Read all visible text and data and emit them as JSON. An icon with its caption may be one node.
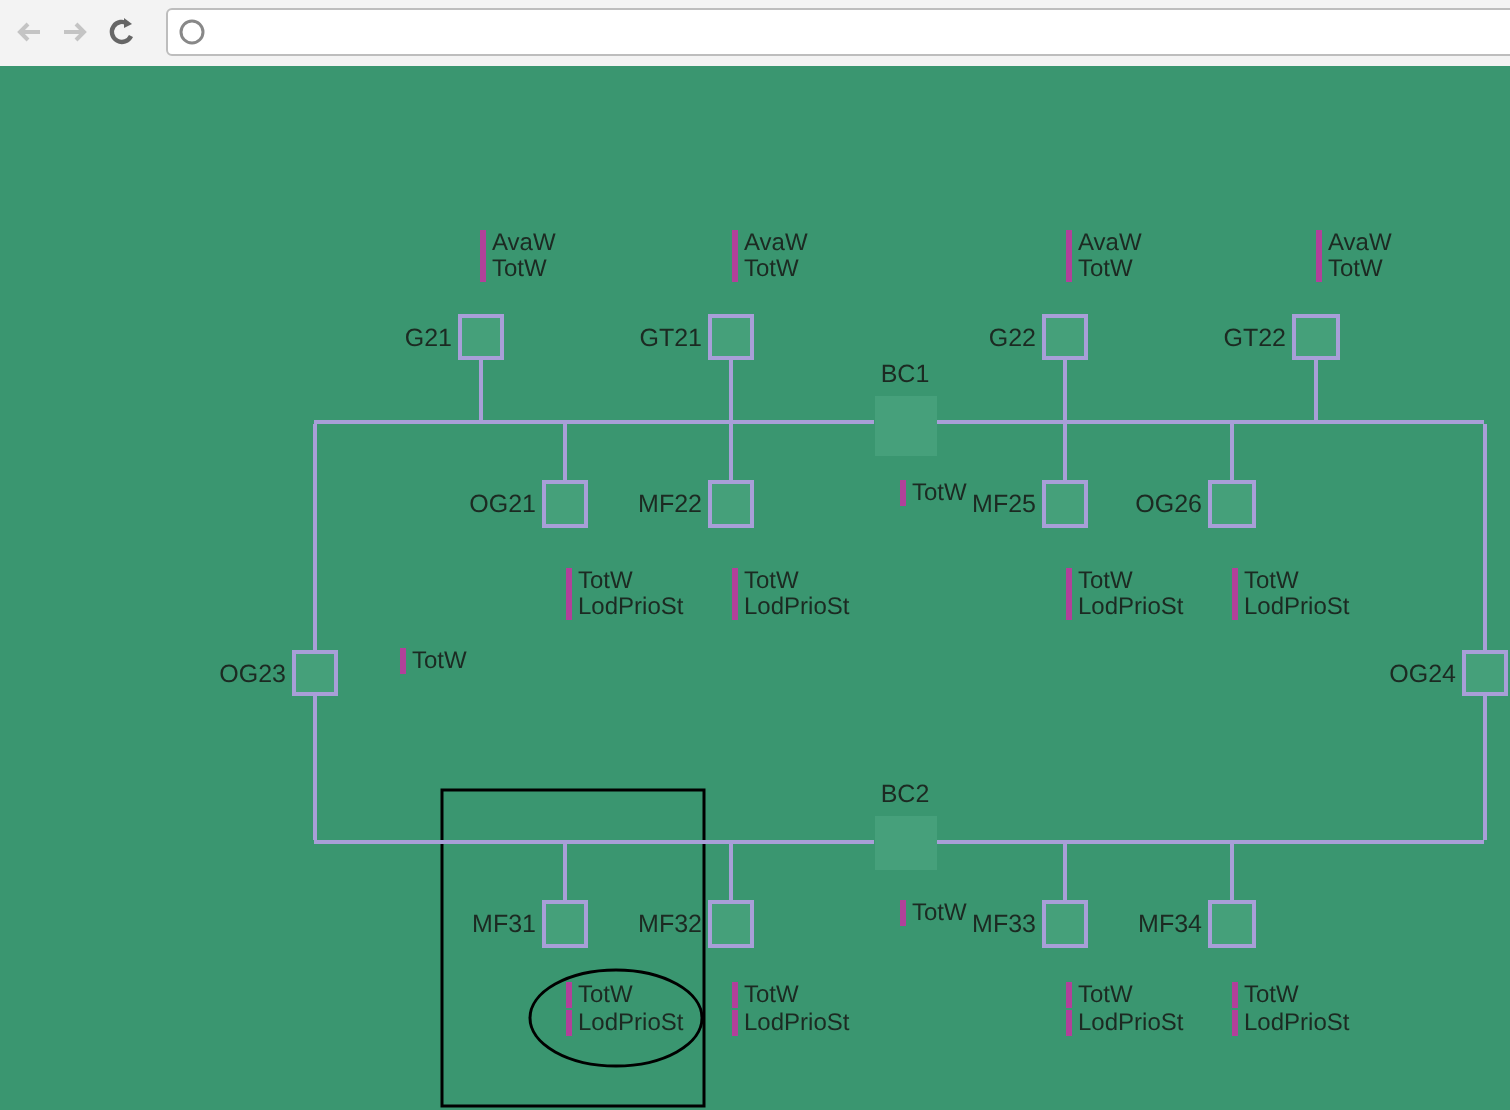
{
  "diagram": {
    "nodes": [
      {
        "text": [
          "G21"
        ]
      },
      {
        "text": [
          "GT21"
        ]
      },
      {
        "text": [
          "G22"
        ]
      },
      {
        "text": [
          "GT22"
        ]
      },
      {
        "text": [],
        "shape": "bar"
      },
      {
        "text": [
          "BC1"
        ]
      },
      {
        "text": [],
        "shape": "bar"
      },
      {
        "text": [
          "OG21"
        ]
      },
      {
        "text": [
          "MF22"
        ]
      },
      {
        "text": [
          "MF25"
        ]
      },
      {
        "text": [
          "OG26"
        ]
      },
      {
        "text": [
          "OG23"
        ]
      },
      {
        "text": [
          "OG24"
        ]
      },
      {
        "text": [],
        "shape": "bar"
      },
      {
        "text": [
          "BC2"
        ]
      },
      {
        "text": [],
        "shape": "bar"
      },
      {
        "text": [
          "MF31"
        ]
      },
      {
        "text": [
          "MF32"
        ]
      },
      {
        "text": [
          "MF33"
        ]
      },
      {
        "text": [
          "MF34"
        ]
      }
    ],
    "edges": [
      {
        "from": 0,
        "to": 4,
        "arrow": "none"
      },
      {
        "from": 1,
        "to": 4,
        "arrow": "none"
      },
      {
        "from": 2,
        "to": 6,
        "arrow": "none"
      },
      {
        "from": 3,
        "to": 6,
        "arrow": "none"
      },
      {
        "from": 4,
        "to": 5,
        "arrow": "none"
      },
      {
        "from": 5,
        "to": 6,
        "arrow": "none"
      },
      {
        "from": 7,
        "to": 4,
        "arrow": "none"
      },
      {
        "from": 8,
        "to": 4,
        "arrow": "none"
      },
      {
        "from": 9,
        "to": 6,
        "arrow": "none"
      },
      {
        "from": 10,
        "to": 6,
        "arrow": "none"
      },
      {
        "from": 11,
        "to": 4,
        "arrow": "none"
      },
      {
        "from": 11,
        "to": 13,
        "arrow": "none"
      },
      {
        "from": 12,
        "to": 6,
        "arrow": "none"
      },
      {
        "from": 12,
        "to": 15,
        "arrow": "none"
      },
      {
        "from": 13,
        "to": 14,
        "arrow": "none"
      },
      {
        "from": 14,
        "to": 15,
        "arrow": "none"
      },
      {
        "from": 16,
        "to": 13,
        "arrow": "none"
      },
      {
        "from": 17,
        "to": 13,
        "arrow": "none"
      },
      {
        "from": 18,
        "to": 15,
        "arrow": "none"
      },
      {
        "from": 19,
        "to": 15,
        "arrow": "none"
      }
    ],
    "labels": [
      "AvaW",
      "TotW",
      "AvaW",
      "TotW",
      "AvaW",
      "TotW",
      "AvaW",
      "TotW",
      "TotW",
      "TotW",
      "LodPrioSt",
      "TotW",
      "LodPrioSt",
      "TotW",
      "LodPrioSt",
      "TotW",
      "LodPrioSt",
      "TotW",
      "TotW",
      "TotW",
      "LodPrioSt",
      "TotW",
      "LodPrioSt",
      "TotW",
      "LodPrioSt",
      "TotW",
      "LodPrioSt"
    ]
  }
}
